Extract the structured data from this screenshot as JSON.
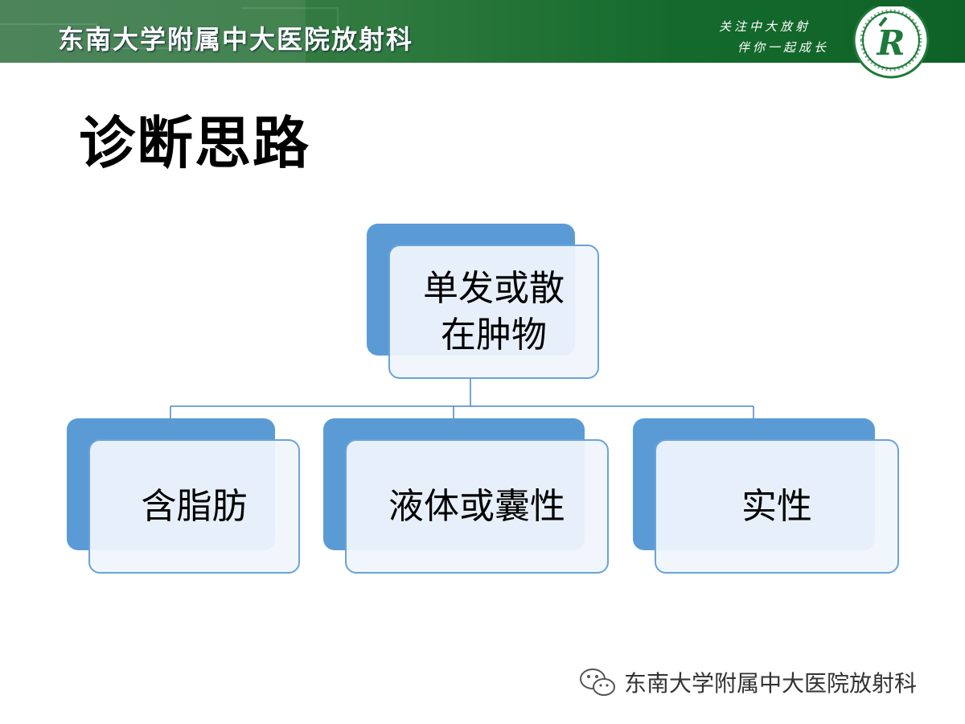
{
  "header": {
    "title": "东南大学附属中大医院放射科",
    "slogan_line1": "关注中大放射",
    "slogan_line2": "伴你一起成长",
    "logo_icon": "hospital-logo-icon",
    "logo_letter": "R"
  },
  "slide": {
    "title": "诊断思路"
  },
  "diagram": {
    "root": {
      "line1": "单发或散",
      "line2": "在肿物"
    },
    "children": [
      {
        "label": "含脂肪"
      },
      {
        "label": "液体或囊性"
      },
      {
        "label": "实性"
      }
    ]
  },
  "watermark": {
    "icon": "wechat-icon",
    "text": "东南大学附属中大医院放射科"
  },
  "colors": {
    "header_green": "#146a2c",
    "node_fill": "#5b9bd5",
    "node_border": "#6aa3d9",
    "connector": "#4a86c2"
  }
}
